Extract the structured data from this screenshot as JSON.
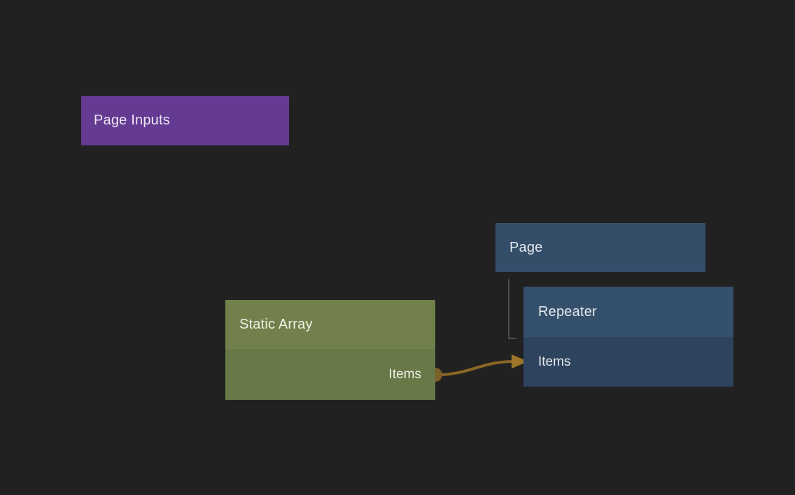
{
  "canvas": {
    "background_color": "#212121"
  },
  "nodes": {
    "page_inputs": {
      "title": "Page Inputs",
      "color": "#653a92",
      "text_color": "#ece7f4"
    },
    "page": {
      "title": "Page",
      "color": "#344e6a",
      "text_color": "#e6e9ee"
    },
    "static_array": {
      "title": "Static Array",
      "header_color": "#72814b",
      "body_color": "#687846",
      "text_color": "#eff1e9",
      "output_port_label": "Items"
    },
    "repeater": {
      "title": "Repeater",
      "header_color": "#35506c",
      "body_color": "#2e445e",
      "text_color": "#e6e9ee",
      "input_port_label": "Items"
    }
  },
  "edge": {
    "from": "Static Array / Items",
    "to": "Repeater / Items",
    "line_color": "#8a6824",
    "arrowhead_color": "#9d7628",
    "port_dot_color": "#7d5f28"
  },
  "tree_connector": {
    "color": "#4d4d4d"
  }
}
